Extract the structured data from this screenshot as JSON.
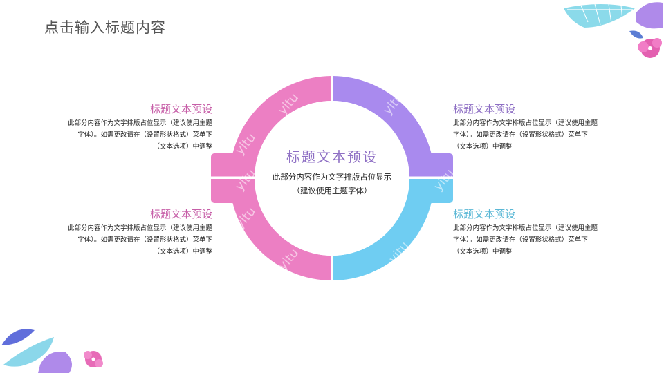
{
  "slide": {
    "title": "点击输入标题内容"
  },
  "center": {
    "title": "标题文本预设",
    "body_line1": "此部分内容作为文字排版占位显示",
    "body_line2": "（建议使用主题字体）"
  },
  "blocks": [
    {
      "position": "top-left",
      "title": "标题文本预设",
      "line1": "此部分内容作为文字排版占位显示（建议使用主题",
      "line2": "字体）。如需更改请在（设置形状格式）菜单下",
      "line3": "（文本选项）中调整",
      "color": "#c75fa8"
    },
    {
      "position": "top-right",
      "title": "标题文本预设",
      "line1": "此部分内容作为文字排版占位显示（建议使用主题",
      "line2": "字体）。如需更改请在（设置形状格式）菜单下",
      "line3": "（文本选项）中调整",
      "color": "#8e6fc4"
    },
    {
      "position": "bottom-left",
      "title": "标题文本预设",
      "line1": "此部分内容作为文字排版占位显示（建议使用主题",
      "line2": "字体）。如需更改请在（设置形状格式）菜单下",
      "line3": "（文本选项）中调整",
      "color": "#c75fa8"
    },
    {
      "position": "bottom-right",
      "title": "标题文本预设",
      "line1": "此部分内容作为文字排版占位显示（建议使用主题",
      "line2": "字体）。如需更改请在（设置形状格式）菜单下",
      "line3": "（文本选项）中调整",
      "color": "#5bb8d6"
    }
  ],
  "ring": {
    "segments": [
      {
        "quadrant": "top-left",
        "color": "#ec7fc3"
      },
      {
        "quadrant": "top-right",
        "color": "#a98aee"
      },
      {
        "quadrant": "bottom-left",
        "color": "#ec7fc3"
      },
      {
        "quadrant": "bottom-right",
        "color": "#6fcdf2"
      }
    ]
  },
  "watermark": "yitu",
  "decorations": {
    "top_right": "tropical-leaves-flowers",
    "bottom_left": "tropical-leaves-flowers"
  }
}
